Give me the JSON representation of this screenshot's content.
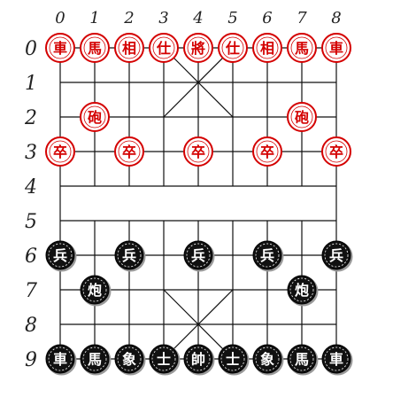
{
  "board": {
    "columns": [
      "0",
      "1",
      "2",
      "3",
      "4",
      "5",
      "6",
      "7",
      "8"
    ],
    "rows": [
      "0",
      "1",
      "2",
      "3",
      "4",
      "5",
      "6",
      "7",
      "8",
      "9"
    ],
    "colors": {
      "line": "#111111",
      "red_piece_fill": "#ffffff",
      "red_piece_ring": "#d40000",
      "red_piece_text": "#d40000",
      "black_piece_fill": "#111111",
      "black_piece_ring": "#ffffff",
      "black_piece_text": "#ffffff",
      "black_piece_shadow": "#9a9a9a"
    }
  },
  "pieces": [
    {
      "label": "車",
      "side": "red",
      "col": 0,
      "row": 0
    },
    {
      "label": "馬",
      "side": "red",
      "col": 1,
      "row": 0
    },
    {
      "label": "相",
      "side": "red",
      "col": 2,
      "row": 0
    },
    {
      "label": "仕",
      "side": "red",
      "col": 3,
      "row": 0
    },
    {
      "label": "將",
      "side": "red",
      "col": 4,
      "row": 0
    },
    {
      "label": "仕",
      "side": "red",
      "col": 5,
      "row": 0
    },
    {
      "label": "相",
      "side": "red",
      "col": 6,
      "row": 0
    },
    {
      "label": "馬",
      "side": "red",
      "col": 7,
      "row": 0
    },
    {
      "label": "車",
      "side": "red",
      "col": 8,
      "row": 0
    },
    {
      "label": "砲",
      "side": "red",
      "col": 1,
      "row": 2
    },
    {
      "label": "砲",
      "side": "red",
      "col": 7,
      "row": 2
    },
    {
      "label": "卒",
      "side": "red",
      "col": 0,
      "row": 3
    },
    {
      "label": "卒",
      "side": "red",
      "col": 2,
      "row": 3
    },
    {
      "label": "卒",
      "side": "red",
      "col": 4,
      "row": 3
    },
    {
      "label": "卒",
      "side": "red",
      "col": 6,
      "row": 3
    },
    {
      "label": "卒",
      "side": "red",
      "col": 8,
      "row": 3
    },
    {
      "label": "兵",
      "side": "black",
      "col": 0,
      "row": 6
    },
    {
      "label": "兵",
      "side": "black",
      "col": 2,
      "row": 6
    },
    {
      "label": "兵",
      "side": "black",
      "col": 4,
      "row": 6
    },
    {
      "label": "兵",
      "side": "black",
      "col": 6,
      "row": 6
    },
    {
      "label": "兵",
      "side": "black",
      "col": 8,
      "row": 6
    },
    {
      "label": "炮",
      "side": "black",
      "col": 1,
      "row": 7
    },
    {
      "label": "炮",
      "side": "black",
      "col": 7,
      "row": 7
    },
    {
      "label": "車",
      "side": "black",
      "col": 0,
      "row": 9
    },
    {
      "label": "馬",
      "side": "black",
      "col": 1,
      "row": 9
    },
    {
      "label": "象",
      "side": "black",
      "col": 2,
      "row": 9
    },
    {
      "label": "士",
      "side": "black",
      "col": 3,
      "row": 9
    },
    {
      "label": "帥",
      "side": "black",
      "col": 4,
      "row": 9
    },
    {
      "label": "士",
      "side": "black",
      "col": 5,
      "row": 9
    },
    {
      "label": "象",
      "side": "black",
      "col": 6,
      "row": 9
    },
    {
      "label": "馬",
      "side": "black",
      "col": 7,
      "row": 9
    },
    {
      "label": "車",
      "side": "black",
      "col": 8,
      "row": 9
    }
  ]
}
